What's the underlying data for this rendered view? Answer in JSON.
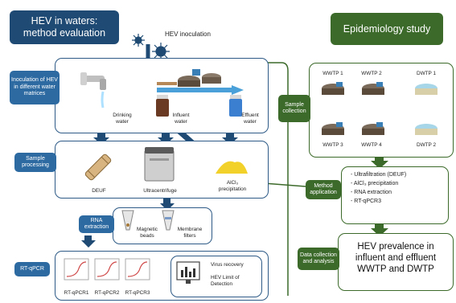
{
  "left_title": {
    "line1": "HEV in waters:",
    "line2": "method evaluation"
  },
  "right_title": "Epidemiology study",
  "inoculation": "HEV inoculation",
  "left_steps": {
    "inoculation_label": "Inoculation of HEV in different water matrices",
    "sample_processing": "Sample processing",
    "rna_extraction": "RNA extraction",
    "rt_qpcr": "RT-qPCR"
  },
  "waters": {
    "drinking": "Drinking water",
    "influent": "Influent water",
    "effluent": "Effluent water"
  },
  "processing": {
    "deuf": "DEUF",
    "ultracentrifuge": "Ultracentrifuge",
    "alcl3": "AlCl₃ precipitation"
  },
  "rna": {
    "magnetic": "Magnetic beads",
    "membrane": "Membrane filters"
  },
  "assays": [
    "RT-qPCR1",
    "RT-qPCR2",
    "RT-qPCR3"
  ],
  "outcomes": [
    "Virus recovery",
    "HEV Limit of Detection"
  ],
  "right_steps": {
    "sample_collection": "Sample collection",
    "method_application": "Method application",
    "data_collection": "Data collection and analysis"
  },
  "plants": {
    "wwtp": [
      "WWTP 1",
      "WWTP 2",
      "WWTP 3",
      "WWTP 4"
    ],
    "dwtp": [
      "DWTP 1",
      "DWTP 2"
    ]
  },
  "methods": [
    "Ultrafiltration (DEUF)",
    "AlCl₃ precipitation",
    "RNA extraction",
    "RT-qPCR3"
  ],
  "result": "HEV prevalence in influent and effluent WWTP and DWTP",
  "colors": {
    "navy": "#1e4a73",
    "blue_border": "#2d5a86",
    "green": "#3c6a2a"
  }
}
